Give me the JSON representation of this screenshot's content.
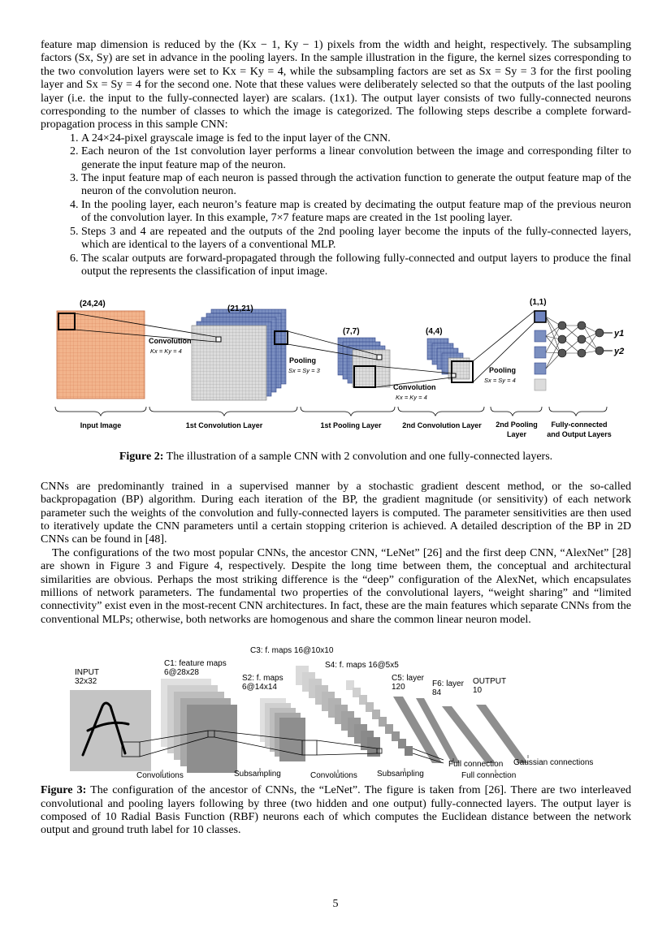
{
  "intro_paragraph": "feature map dimension is reduced by the (Kx − 1, Ky − 1) pixels from the width and height, respectively. The subsampling factors (Sx, Sy) are set in advance in the pooling layers. In the sample illustration in the figure, the kernel sizes corresponding to the two convolution layers were set to Kx = Ky = 4, while the subsampling factors are set as Sx = Sy = 3 for the first pooling layer and Sx = Sy = 4 for the second one. Note that these values were deliberately selected so that the outputs of the last pooling layer (i.e. the input to the fully-connected layer) are scalars. (1x1). The output layer consists of two fully-connected neurons corresponding to the number of classes to which the image is categorized. The following steps describe a complete forward-propagation process in this sample CNN:",
  "steps": [
    "A 24×24-pixel grayscale image is fed to the input layer of the CNN.",
    "Each neuron of the 1st convolution layer performs a linear convolution between the image and corresponding filter to generate the input feature map of the neuron.",
    "The input feature map of each neuron is passed through the activation function to generate the output feature map of the neuron of the convolution neuron.",
    "In the pooling layer, each neuron’s feature map is created by decimating the output feature map of the previous neuron of the convolution layer. In this example, 7×7 feature maps are created in the 1st pooling layer.",
    "Steps 3 and 4 are repeated and the outputs of the 2nd pooling layer become the inputs of the fully-connected layers, which are identical to the layers of a conventional MLP.",
    "The scalar outputs are forward-propagated through the following fully-connected and output layers to produce the final output the represents the classification of input image."
  ],
  "figure2": {
    "dims": {
      "input": "(24,24)",
      "conv1": "(21,21)",
      "pool1": "(7,7)",
      "conv2": "(4,4)",
      "pool2": "(1,1)"
    },
    "labels": {
      "conv1_title": "Convolution",
      "conv1_params": "Kx = Ky = 4",
      "pool1_title": "Pooling",
      "pool1_params": "Sx = Sy = 3",
      "conv2_title": "Convolution",
      "conv2_params": "Kx = Ky = 4",
      "pool2_title": "Pooling",
      "pool2_params": "Sx = Sy = 4",
      "out_y1": "y1",
      "out_y2": "y2"
    },
    "braces": [
      "Input Image",
      "1st Convolution Layer",
      "1st Pooling Layer",
      "2nd Convolution Layer",
      "2nd Pooling Layer",
      "Fully-connected and Output Layers"
    ],
    "caption_label": "Figure 2:",
    "caption_text": " The illustration of a sample CNN with 2 convolution and one fully-connected layers."
  },
  "para_bp": "CNNs are predominantly trained in a supervised manner by a stochastic gradient descent method, or the so-called backpropagation (BP) algorithm. During each iteration of the BP, the gradient magnitude (or sensitivity) of each network parameter such the weights of the convolution and fully-connected layers is computed. The parameter sensitivities are then used to iteratively update the CNN parameters until a certain stopping criterion is achieved. A detailed description of the BP in 2D CNNs can be found in [48].",
  "para_configs": "The configurations of the two most popular CNNs, the ancestor CNN, “LeNet” [26] and the first deep CNN, “AlexNet” [28] are shown in Figure 3 and Figure 4, respectively. Despite the long time between them, the conceptual and architectural similarities are obvious. Perhaps the most striking difference is the “deep” configuration of the AlexNet, which encapsulates millions of network parameters. The fundamental two properties of the convolutional layers, “weight sharing” and “limited connectivity” exist even in the most-recent CNN architectures. In fact, these are the main features which separate CNNs from the conventional MLPs; otherwise, both networks are homogenous and share the common linear neuron model.",
  "figure3": {
    "labels": {
      "input": "INPUT",
      "input_size": "32x32",
      "c1": "C1: feature maps",
      "c1_size": "6@28x28",
      "s2": "S2: f. maps",
      "s2_size": "6@14x14",
      "c3": "C3: f. maps 16@10x10",
      "s4": "S4: f. maps 16@5x5",
      "c5": "C5: layer",
      "c5_size": "120",
      "f6": "F6: layer",
      "f6_size": "84",
      "output": "OUTPUT",
      "output_size": "10"
    },
    "bottom": {
      "convolutions1": "Convolutions",
      "subsampling1": "Subsampling",
      "convolutions2": "Convolutions",
      "subsampling2": "Subsampling",
      "full1": "Full connection",
      "full2": "Full connection",
      "gaussian": "Gaussian connections"
    },
    "caption_label": "Figure 3:",
    "caption_text": " The configuration of the ancestor of CNNs, the “LeNet”. The figure is taken from [26]. There are two interleaved convolutional and pooling layers following by three (two hidden and one output) fully-connected layers. The output layer is composed of 10 Radial Basis Function (RBF) neurons each of which computes the Euclidean distance between the network output and ground truth label for 10 classes."
  },
  "page_number": "5"
}
